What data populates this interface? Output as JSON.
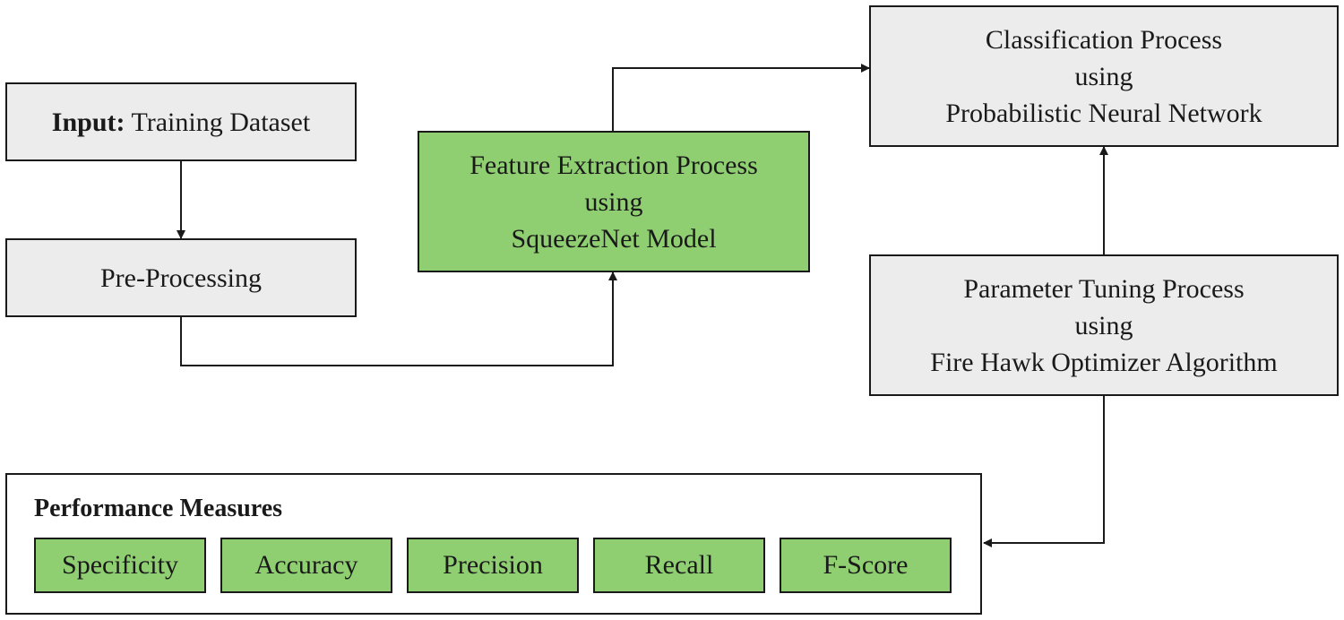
{
  "nodes": {
    "input": {
      "label_bold": "Input:",
      "label_rest": " Training Dataset"
    },
    "preprocessing": {
      "label": "Pre-Processing"
    },
    "feature_extraction": {
      "lines": [
        "Feature Extraction Process",
        "using",
        "SqueezeNet Model"
      ]
    },
    "classification": {
      "lines": [
        "Classification Process",
        "using",
        "Probabilistic Neural Network"
      ]
    },
    "parameter_tuning": {
      "lines": [
        "Parameter Tuning Process",
        "using",
        "Fire Hawk Optimizer Algorithm"
      ]
    }
  },
  "performance": {
    "title": "Performance Measures",
    "metrics": [
      "Specificity",
      "Accuracy",
      "Precision",
      "Recall",
      "F-Score"
    ]
  },
  "colors": {
    "box_fill": "#ececec",
    "highlight_fill": "#8fcf72",
    "stroke": "#1a1a1a"
  }
}
